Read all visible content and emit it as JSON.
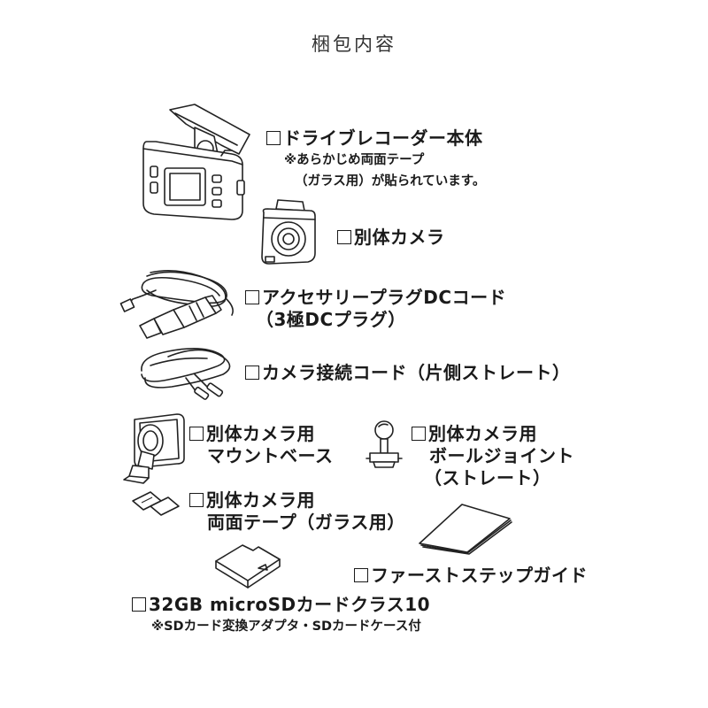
{
  "title": "梱包内容",
  "items": [
    {
      "label": "ドライブレコーダー本体",
      "notes": [
        "※あらかじめ両面テープ",
        "（ガラス用）が貼られています。"
      ]
    },
    {
      "label": "別体カメラ"
    },
    {
      "label": "アクセサリープラグDCコード",
      "sub": "（3極DCプラグ）"
    },
    {
      "label": "カメラ接続コード（片側ストレート）"
    },
    {
      "label": "別体カメラ用",
      "sub": "マウントベース"
    },
    {
      "label": "別体カメラ用",
      "sub": "ボールジョイント",
      "sub2": "（ストレート）"
    },
    {
      "label": "別体カメラ用",
      "sub": "両面テープ（ガラス用）"
    },
    {
      "label": "ファーストステップガイド"
    },
    {
      "label": "32GB microSDカードクラス10",
      "notes": [
        "※SDカード変換アダプタ・SDカードケース付"
      ]
    }
  ],
  "icons": [
    "dashcam-icon",
    "camera-icon",
    "dc-cord-icon",
    "camera-cord-icon",
    "mount-base-icon",
    "ball-joint-icon",
    "double-tape-icon",
    "guide-booklet-icon",
    "sd-card-icon"
  ]
}
